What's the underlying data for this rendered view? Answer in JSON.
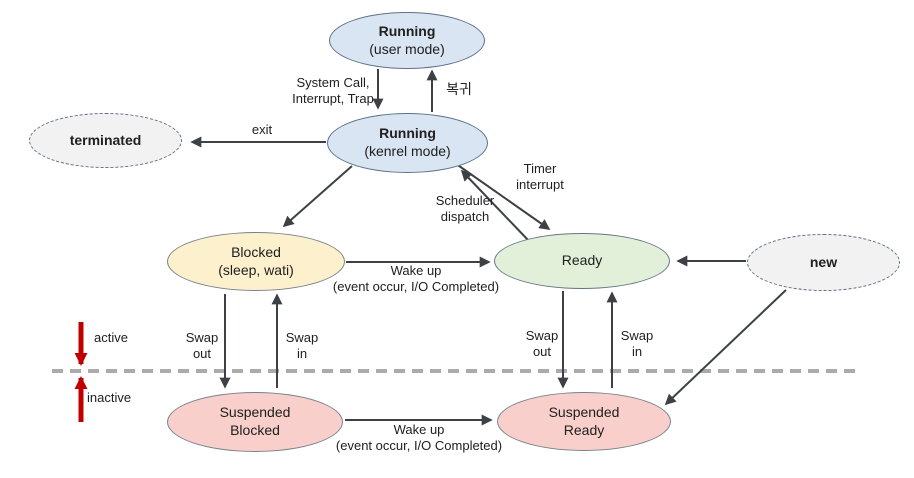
{
  "colors": {
    "text": "#202020",
    "arrow": "#3d4045",
    "red_arrow": "#c00000",
    "divider": "#ababab",
    "node_blue_fill": "#d9e5f2",
    "node_blue_border": "#5d7288",
    "node_green_fill": "#e2efd9",
    "node_green_border": "#667586",
    "node_yellow_fill": "#fdf0cd",
    "node_yellow_border": "#77828c",
    "node_pink_fill": "#f9cfcb",
    "node_pink_border": "#77828c",
    "node_gray_fill": "#f2f2f2",
    "node_gray_border": "#5d6f85"
  },
  "nodes": {
    "running_user": {
      "l1": "Running",
      "l2": "(user mode)"
    },
    "running_kernel": {
      "l1": "Running",
      "l2": "(kenrel mode)"
    },
    "terminated": {
      "l1": "terminated"
    },
    "blocked": {
      "l1": "Blocked",
      "l2": "(sleep, wati)"
    },
    "ready": {
      "l1": "Ready"
    },
    "new": {
      "l1": "new"
    },
    "suspended_blocked": {
      "l1": "Suspended",
      "l2": "Blocked"
    },
    "suspended_ready": {
      "l1": "Suspended",
      "l2": "Ready"
    }
  },
  "edge_labels": {
    "system_call": "System Call,\nInterrupt, Trap",
    "return_kr": "복귀",
    "exit": "exit",
    "timer_interrupt": "Timer\ninterrupt",
    "scheduler_dispatch": "Scheduler\ndispatch",
    "wake_up_top": "Wake up\n(event occur, I/O Completed)",
    "wake_up_bottom": "Wake up\n(event occur, I/O Completed)",
    "swap_out_left": "Swap\nout",
    "swap_in_left": "Swap\nin",
    "swap_out_right": "Swap\nout",
    "swap_in_right": "Swap\nin",
    "active": "active",
    "inactive": "inactive"
  }
}
